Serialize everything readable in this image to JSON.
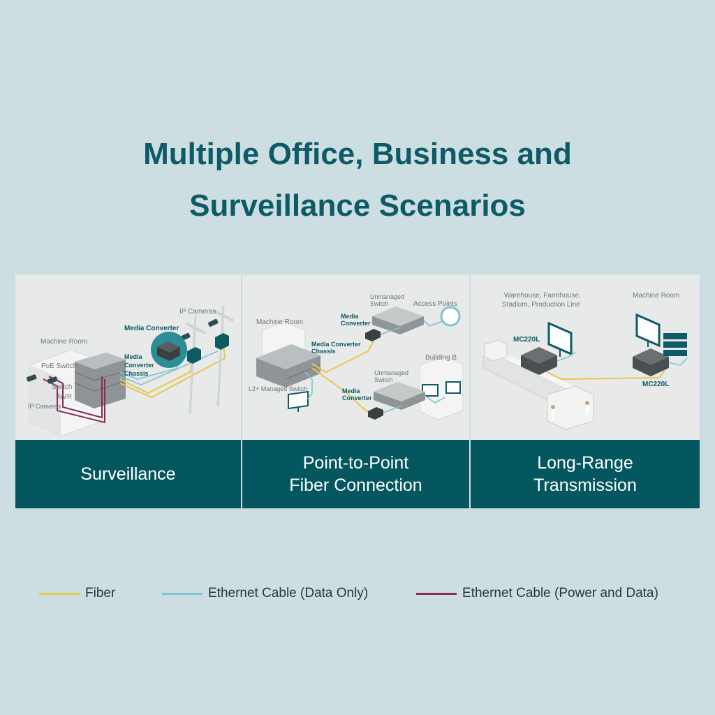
{
  "title": {
    "line1": "Multiple Office, Business and",
    "line2": "Surveillance Scenarios"
  },
  "colors": {
    "fiber": "#e7c84a",
    "ethernet_data": "#7ec3cf",
    "ethernet_power": "#8a2a5a",
    "band": "#04565f",
    "title": "#0d5b66"
  },
  "panels": {
    "surveillance": {
      "caption": "Surveillance",
      "labels": {
        "machine_room": "Machine Room",
        "poe_switch": "PoE Switch",
        "switch": "Switch",
        "nvr": "NVR",
        "ip_cameras_left": "IP Cameras",
        "ip_cameras_top": "IP Cameras",
        "media_converter": "Media Converter",
        "chassis_line1": "Media",
        "chassis_line2": "Converter",
        "chassis_line3": "Chassis"
      }
    },
    "point_to_point": {
      "caption_line1": "Point-to-Point",
      "caption_line2": "Fiber Connection",
      "labels": {
        "machine_room": "Machine Room",
        "unmanaged_switch_top_1": "Unmanaged",
        "unmanaged_switch_top_2": "Switch",
        "access_points": "Access Points",
        "media_converter_top_1": "Media",
        "media_converter_top_2": "Converter",
        "chassis_1": "Media Converter",
        "chassis_2": "Chassis",
        "building_b": "Building B",
        "unmanaged_switch_bottom_1": "Unmanaged",
        "unmanaged_switch_bottom_2": "Switch",
        "l2_managed_switch": "L2+ Managed Switch",
        "media_converter_bottom_1": "Media",
        "media_converter_bottom_2": "Converter"
      }
    },
    "long_range": {
      "caption_line1": "Long-Range",
      "caption_line2": "Transmission",
      "labels": {
        "warehouse_line1": "Warehouse, Farmhouse,",
        "warehouse_line2": "Stadium, Production Line",
        "machine_room": "Machine Room",
        "mc220l_left": "MC220L",
        "mc220l_right": "MC220L"
      }
    }
  },
  "legend": [
    {
      "label": "Fiber",
      "color": "#e7c84a"
    },
    {
      "label": "Ethernet Cable (Data Only)",
      "color": "#7ec3cf"
    },
    {
      "label": "Ethernet Cable (Power and Data)",
      "color": "#8a2a5a"
    }
  ]
}
